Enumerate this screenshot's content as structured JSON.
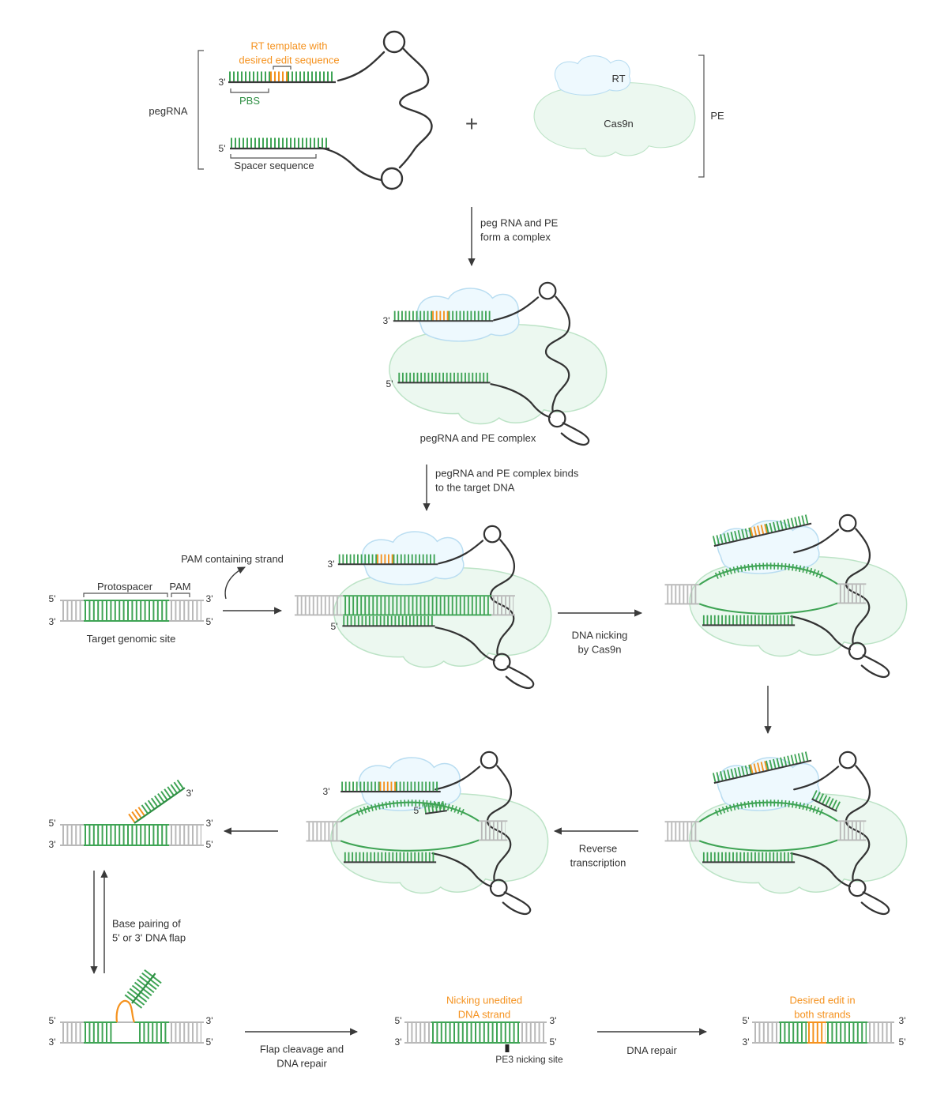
{
  "shared": {
    "three_prime": "3'",
    "five_prime": "5'",
    "plus": "+"
  },
  "pegRNA": {
    "rt_template": "RT template with\ndesired edit sequence",
    "pbs": "PBS",
    "name": "pegRNA",
    "spacer": "Spacer sequence"
  },
  "pe": {
    "rt": "RT",
    "cas9n": "Cas9n",
    "name": "PE"
  },
  "steps": {
    "form_complex": "peg RNA and PE\nform a complex",
    "complex_caption": "pegRNA and PE complex",
    "binds_target": "pegRNA and PE complex binds\nto the target DNA",
    "dna_nicking": "DNA nicking\nby Cas9n",
    "reverse_transcription": "Reverse\ntranscription",
    "base_pairing": "Base pairing of\n5' or 3' DNA flap",
    "flap_cleavage": "Flap cleavage and\nDNA repair",
    "dna_repair": "DNA repair"
  },
  "target": {
    "pam_strand": "PAM containing strand",
    "protospacer": "Protospacer",
    "pam": "PAM",
    "caption": "Target genomic site"
  },
  "outcomes": {
    "nicking_unedited": "Nicking unedited\nDNA strand",
    "pe3_site": "PE3 nicking site",
    "desired_edit": "Desired edit in\nboth strands"
  },
  "colors": {
    "green": "#3FA455",
    "orange": "#F5921E",
    "gray": "#B9B9B9",
    "dark": "#3A3A3A",
    "cas9_fill": "#ECF8F0",
    "rt_fill": "#EEF9FE"
  }
}
